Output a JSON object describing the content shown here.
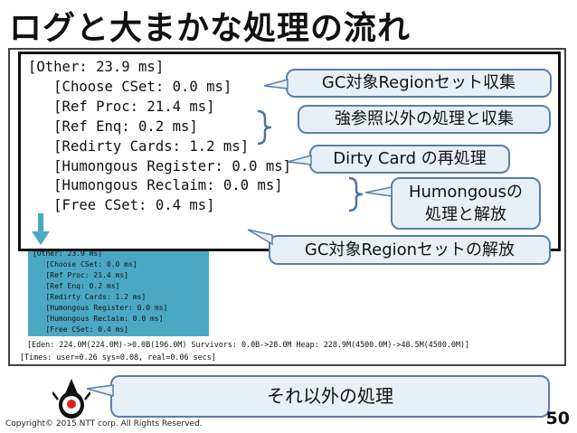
{
  "slide": {
    "title": "ログと大まかな処理の流れ",
    "page_number": "50",
    "copyright": "Copyright© 2015  NTT corp.  All Rights Reserved."
  },
  "log": {
    "lines": [
      "[Other: 23.9 ms]",
      "   [Choose CSet: 0.0 ms]",
      "   [Ref Proc: 21.4 ms]",
      "   [Ref Enq: 0.2 ms]",
      "   [Redirty Cards: 1.2 ms]",
      "   [Humongous Register: 0.0 ms]",
      "   [Humongous Reclaim: 0.0 ms]",
      "   [Free CSet: 0.4 ms]"
    ],
    "eden_line": "[Eden: 224.0M(224.0M)->0.0B(196.0M) Survivors: 0.0B->28.0M Heap: 228.9M(4500.0M)->48.5M(4500.0M)]",
    "times_line": "[Times: user=0.26 sys=0.08, real=0.06 secs]"
  },
  "callouts": {
    "choose_cset": "GC対象Regionセット収集",
    "ref": "強参照以外の処理と収集",
    "dirty_card": "Dirty Card の再処理",
    "humongous_1": "Humongousの",
    "humongous_2": "処理と解放",
    "free_cset": "GC対象Regionセットの解放",
    "other": "それ以外の処理"
  },
  "colors": {
    "callout_fill": "#e8f0f7",
    "callout_border": "#5a7fa8",
    "highlight_box": "#4ba8c4"
  }
}
